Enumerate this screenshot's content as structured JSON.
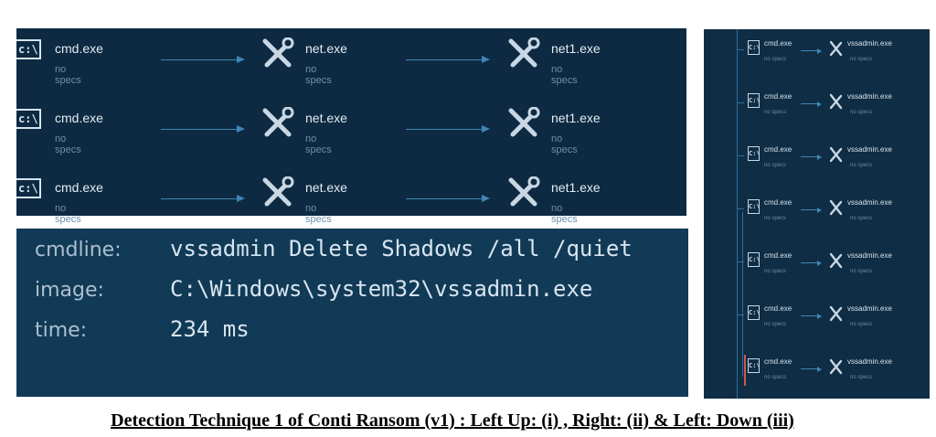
{
  "panel_a": {
    "rows": [
      {
        "nodes": [
          {
            "title": "cmd.exe",
            "sub": "no specs",
            "icon": "cmd-icon",
            "icon_text": "c:\\"
          },
          {
            "title": "net.exe",
            "sub": "no specs",
            "icon": "tools-icon"
          },
          {
            "title": "net1.exe",
            "sub": "no specs",
            "icon": "tools-icon"
          }
        ]
      },
      {
        "nodes": [
          {
            "title": "cmd.exe",
            "sub": "no specs",
            "icon": "cmd-icon",
            "icon_text": "c:\\"
          },
          {
            "title": "net.exe",
            "sub": "no specs",
            "icon": "tools-icon"
          },
          {
            "title": "net1.exe",
            "sub": "no specs",
            "icon": "tools-icon"
          }
        ]
      },
      {
        "nodes": [
          {
            "title": "cmd.exe",
            "sub": "no specs",
            "icon": "cmd-icon",
            "icon_text": "c:\\"
          },
          {
            "title": "net.exe",
            "sub": "no specs",
            "icon": "tools-icon"
          },
          {
            "title": "net1.exe",
            "sub": "no specs",
            "icon": "tools-icon"
          }
        ]
      }
    ]
  },
  "panel_b": {
    "cmdline_label": "cmdline:",
    "cmdline_value": "vssadmin Delete Shadows /all /quiet",
    "image_label": "image:",
    "image_value": "C:\\Windows\\system32\\vssadmin.exe",
    "time_label": "time:",
    "time_value": "234 ms"
  },
  "panel_c": {
    "rows": [
      {
        "left": "cmd.exe",
        "left_sub": "no specs",
        "right": "vssadmin.exe",
        "right_sub": "no specs",
        "icon_text": "C:\\",
        "highlight": false
      },
      {
        "left": "cmd.exe",
        "left_sub": "no specs",
        "right": "vssadmin.exe",
        "right_sub": "no specs",
        "icon_text": "C:\\",
        "highlight": false
      },
      {
        "left": "cmd.exe",
        "left_sub": "no specs",
        "right": "vssadmin.exe",
        "right_sub": "no specs",
        "icon_text": "C:\\",
        "highlight": false
      },
      {
        "left": "cmd.exe",
        "left_sub": "no specs",
        "right": "vssadmin.exe",
        "right_sub": "no specs",
        "icon_text": "C:\\",
        "highlight": false
      },
      {
        "left": "cmd.exe",
        "left_sub": "no specs",
        "right": "vssadmin.exe",
        "right_sub": "no specs",
        "icon_text": "C:\\",
        "highlight": false
      },
      {
        "left": "cmd.exe",
        "left_sub": "no specs",
        "right": "vssadmin.exe",
        "right_sub": "no specs",
        "icon_text": "C:\\",
        "highlight": false
      },
      {
        "left": "cmd.exe",
        "left_sub": "no specs",
        "right": "vssadmin.exe",
        "right_sub": "no specs",
        "icon_text": "C:\\",
        "highlight": true
      }
    ]
  },
  "caption": "Detection Technique 1 of Conti Ransom (v1) : Left Up: (i) , Right: (ii) & Left: Down (iii)",
  "colors": {
    "panel_bg": "#0d2a42",
    "detail_bg": "#113a57",
    "arrow": "#3f85b5",
    "highlight": "#d9534f"
  }
}
